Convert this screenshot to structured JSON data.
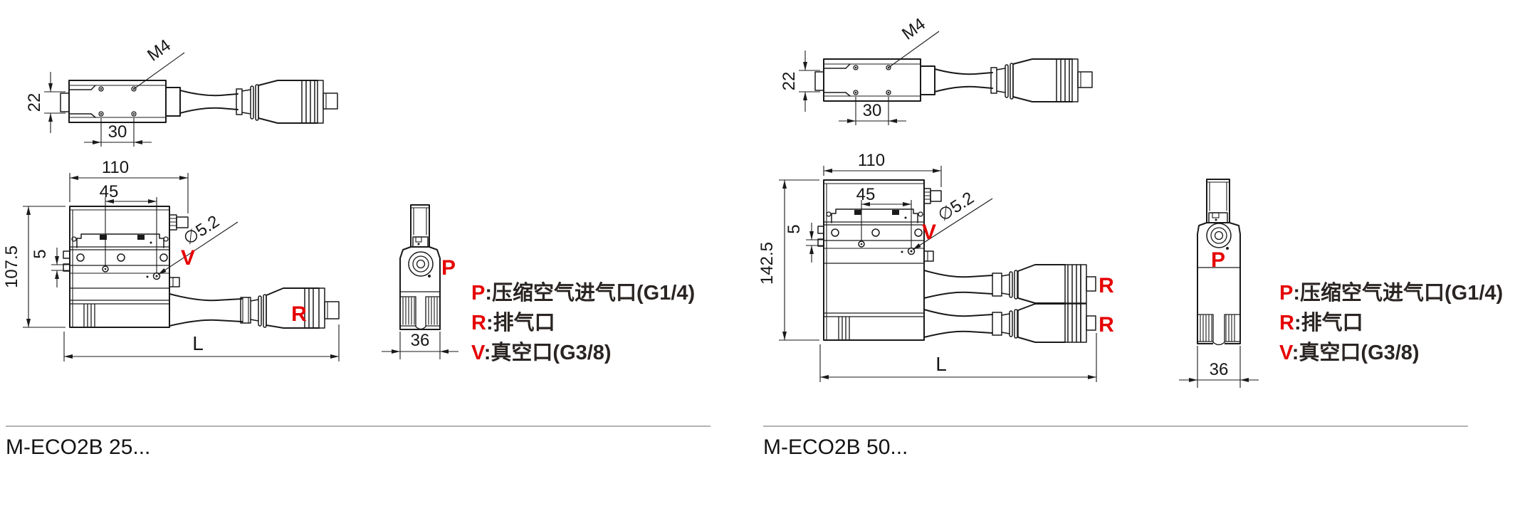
{
  "colors": {
    "line": "#1a1a1a",
    "red": "#e60000",
    "divider": "#b3b3b3",
    "legend_text": "#2a2523",
    "background": "#ffffff"
  },
  "panels": [
    {
      "title": "M-ECO2B 25...",
      "top_view": {
        "dim_width": "22",
        "thread": "M4",
        "dim_pitch": "30"
      },
      "front_view": {
        "dim_110": "110",
        "dim_45": "45",
        "dim_height": "107.5",
        "dim_5": "5",
        "dim_hole": "∅5.2",
        "dim_length": "L",
        "port_v": "V",
        "port_r": "R"
      },
      "side_view": {
        "dim_36": "36",
        "port_p": "P"
      },
      "legend": {
        "p_key": "P",
        "p_text": ":压缩空气进气口(G1/4)",
        "r_key": "R",
        "r_text": ":排气口",
        "v_key": "V",
        "v_text": ":真空口(G3/8)"
      }
    },
    {
      "title": "M-ECO2B 50...",
      "top_view": {
        "dim_width": "22",
        "thread": "M4",
        "dim_pitch": "30"
      },
      "front_view": {
        "dim_110": "110",
        "dim_45": "45",
        "dim_height": "142.5",
        "dim_5": "5",
        "dim_hole": "∅5.2",
        "dim_length": "L",
        "port_v": "V",
        "port_r1": "R",
        "port_r2": "R"
      },
      "side_view": {
        "dim_36": "36",
        "port_p": "P"
      },
      "legend": {
        "p_key": "P",
        "p_text": ":压缩空气进气口(G1/4)",
        "r_key": "R",
        "r_text": ":排气口",
        "v_key": "V",
        "v_text": ":真空口(G3/8)"
      }
    }
  ]
}
